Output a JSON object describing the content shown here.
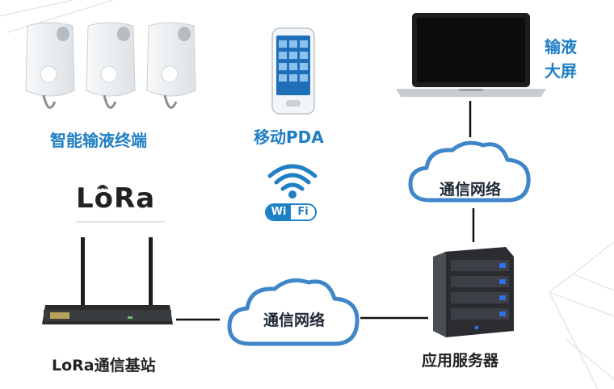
{
  "labels": {
    "smart_terminal": "智能输液终端",
    "mobile_pda": "移动PDA",
    "infusion_screen_line1": "输液",
    "infusion_screen_line2": "大屏",
    "network_top": "通信网络",
    "network_bottom": "通信网络",
    "lora_base_station": "LoRa通信基站",
    "app_server": "应用服务器"
  },
  "logos": {
    "lora": "LoRa",
    "wifi_left": "Wi",
    "wifi_right": "Fi"
  },
  "colors": {
    "accent_blue": "#1f7fc4",
    "cloud_stroke": "#3f86c8",
    "connector": "#111111",
    "terminal_body": "#eef1f3",
    "router_body": "#2f3133",
    "server_blue_led": "#2f6fe0"
  },
  "icons": {
    "terminal": "infusion-terminal-icon",
    "pda": "pda-icon",
    "laptop": "laptop-icon",
    "wifi": "wifi-icon",
    "router": "router-icon",
    "server": "server-icon",
    "cloud": "cloud-icon"
  }
}
